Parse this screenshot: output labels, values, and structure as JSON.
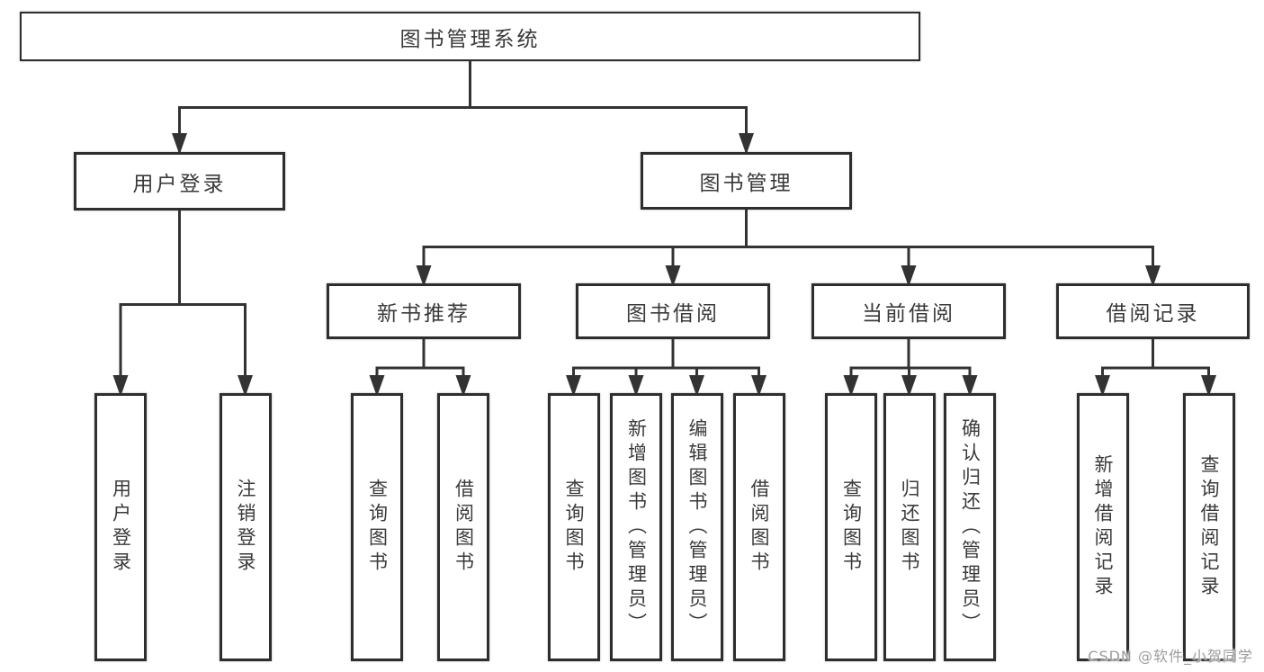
{
  "diagram": {
    "title": "图书管理系统",
    "root": {
      "label": "图书管理系统"
    },
    "level2": [
      {
        "label": "用户登录"
      },
      {
        "label": "图书管理"
      }
    ],
    "level3": [
      {
        "label": "新书推荐"
      },
      {
        "label": "图书借阅"
      },
      {
        "label": "当前借阅"
      },
      {
        "label": "借阅记录"
      }
    ],
    "leaves": [
      {
        "label": "用户登录",
        "parent": "用户登录"
      },
      {
        "label": "注销登录",
        "parent": "用户登录"
      },
      {
        "label": "查询图书",
        "parent": "新书推荐"
      },
      {
        "label": "借阅图书",
        "parent": "新书推荐"
      },
      {
        "label": "查询图书",
        "parent": "图书借阅"
      },
      {
        "label": "新增图书（管理员）",
        "parent": "图书借阅"
      },
      {
        "label": "编辑图书（管理员）",
        "parent": "图书借阅"
      },
      {
        "label": "借阅图书",
        "parent": "图书借阅"
      },
      {
        "label": "查询图书",
        "parent": "当前借阅"
      },
      {
        "label": "归还图书",
        "parent": "当前借阅"
      },
      {
        "label": "确认归还（管理员）",
        "parent": "当前借阅"
      },
      {
        "label": "新增借阅记录",
        "parent": "借阅记录"
      },
      {
        "label": "查询借阅记录",
        "parent": "借阅记录"
      }
    ]
  },
  "watermark": {
    "text": "CSDN @软件_小贺同学"
  },
  "colors": {
    "line": "#333333",
    "box_border": "#2e2e2e",
    "text": "#3a3a3a",
    "background": "#ffffff",
    "watermark": "#919191"
  }
}
